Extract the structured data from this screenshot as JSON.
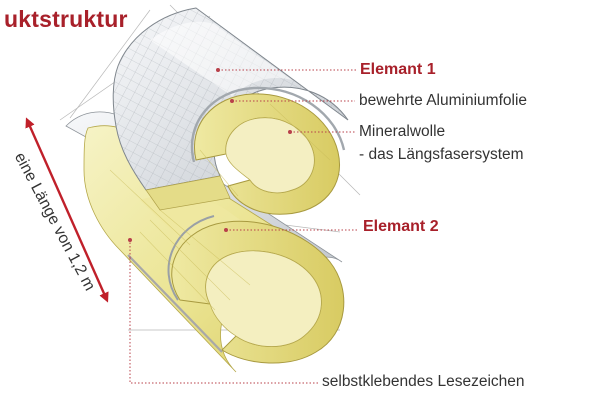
{
  "title": "uktstruktur",
  "labels": {
    "element1": "Elemant 1",
    "foil": "bewehrte Aluminiumfolie",
    "wool_line1": "Mineralwolle",
    "wool_line2": "- das Längsfasersystem",
    "element2": "Elemant 2",
    "self_adhesive": "selbstklebendes Lesezeichen",
    "length": "eine Länge von 1,2 m"
  },
  "colors": {
    "accent": "#a8202a",
    "text": "#333333",
    "wool_light": "#f3efb4",
    "wool_mid": "#e6df7e",
    "wool_dark": "#cfc25a",
    "foil": "#e8eaed",
    "foil_dark": "#b9bec4",
    "leader": "#a8202a"
  }
}
